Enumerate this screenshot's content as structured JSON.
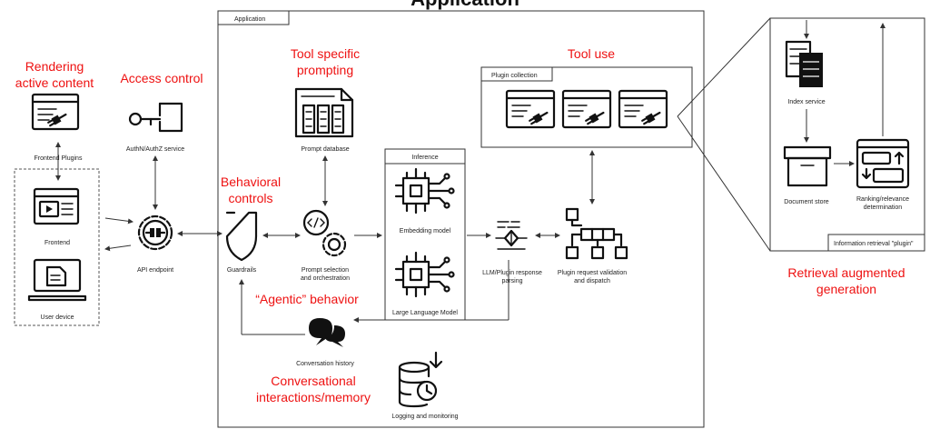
{
  "header": {
    "title": "Application"
  },
  "containers": {
    "application": "Application",
    "inference": "Inference",
    "plugin_collection": "Plugin collection",
    "information_retrieval": "Information retrieval \"plugin\""
  },
  "components": {
    "frontend_plugins": "Frontend Plugins",
    "frontend": "Frontend",
    "user_device": "User device",
    "authn_service": "AuthN/AuthZ service",
    "api_endpoint": "API endpoint",
    "prompt_database": "Prompt database",
    "guardrails": "Guardrails",
    "prompt_selection_1": "Prompt selection",
    "prompt_selection_2": "and orchestration",
    "embedding_model": "Embedding model",
    "large_language_model": "Large Language Model",
    "response_parsing_1": "LLM/Plugin response",
    "response_parsing_2": "parsing",
    "plugin_validation_1": "Plugin request validation",
    "plugin_validation_2": "and dispatch",
    "conversation_history": "Conversation history",
    "logging_monitoring": "Logging and monitoring",
    "index_service": "Index service",
    "document_store": "Document store",
    "ranking_1": "Ranking/relevance",
    "ranking_2": "determination"
  },
  "annotations": {
    "rendering_1": "Rendering",
    "rendering_2": "active content",
    "access_control": "Access control",
    "tool_prompting_1": "Tool specific",
    "tool_prompting_2": "prompting",
    "tool_use": "Tool use",
    "behavioral_1": "Behavioral",
    "behavioral_2": "controls",
    "agentic": "“Agentic” behavior",
    "conversational_1": "Conversational",
    "conversational_2": "interactions/memory",
    "rag_1": "Retrieval augmented",
    "rag_2": "generation"
  },
  "colors": {
    "annotation": "#ee1111",
    "line": "#333333",
    "icon": "#111111"
  }
}
